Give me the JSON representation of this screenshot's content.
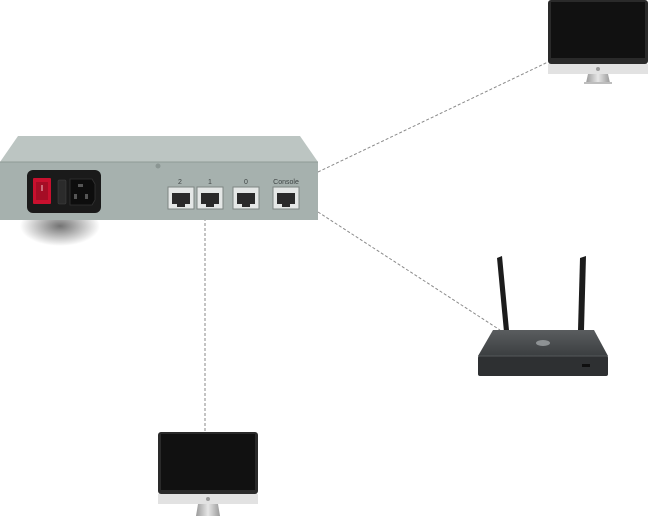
{
  "diagram": {
    "device": {
      "ports": [
        {
          "label": "2"
        },
        {
          "label": "1"
        },
        {
          "label": "0"
        },
        {
          "label": "Console"
        }
      ]
    },
    "nodes": {
      "monitor_top_right": {
        "icon": "monitor-icon"
      },
      "monitor_bottom": {
        "icon": "monitor-icon"
      },
      "router": {
        "icon": "wireless-router-icon"
      }
    },
    "connections": [
      {
        "from": "device",
        "to": "monitor-top-right",
        "style": "dashed"
      },
      {
        "from": "device",
        "to": "router",
        "style": "dashed"
      },
      {
        "from": "port-1",
        "to": "monitor-bottom",
        "style": "dashed"
      }
    ],
    "colors": {
      "device_body": "#a6b1ae",
      "device_top": "#bcc5c2",
      "screen": "#111111",
      "router_body": "#3a3c3d",
      "power_switch": "#c8102e",
      "line": "#8a8a8a"
    }
  }
}
